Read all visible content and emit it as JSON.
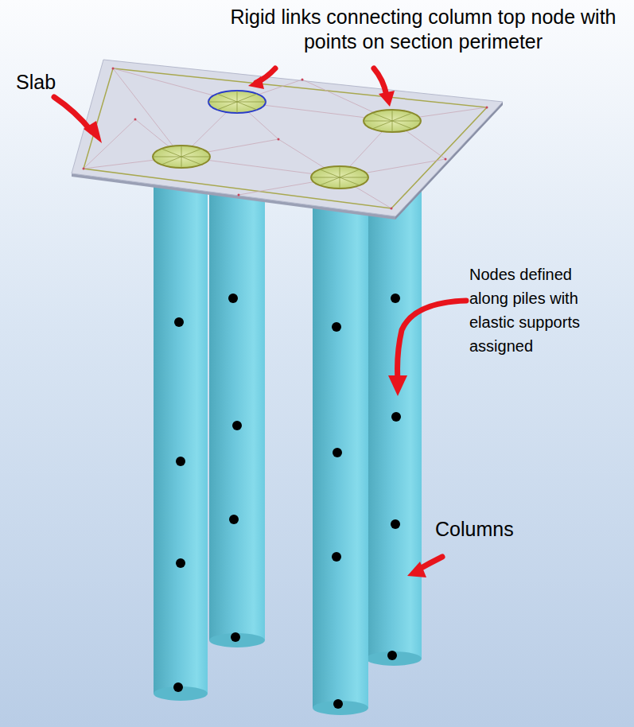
{
  "diagram": {
    "labels": [
      "Rigid links connecting column top node with points on section perimeter",
      "Slab",
      "Nodes defined along piles with elastic supports assigned",
      "Columns"
    ]
  }
}
